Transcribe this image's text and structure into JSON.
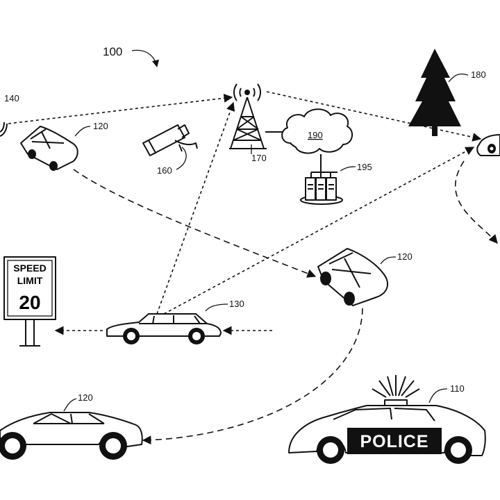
{
  "figure": {
    "number": "100"
  },
  "labels": {
    "police_vehicle": "110",
    "vehicle_a": "120",
    "vehicle_b": "120",
    "vehicle_c": "120",
    "subject_vehicle": "130",
    "sign": "140",
    "camera": "160",
    "tower": "170",
    "tree": "180",
    "cloud": "190",
    "servers": "195"
  },
  "speed_sign": {
    "line1": "SPEED",
    "line2": "LIMIT",
    "value": "20"
  },
  "police_car": {
    "text": "POLICE"
  }
}
